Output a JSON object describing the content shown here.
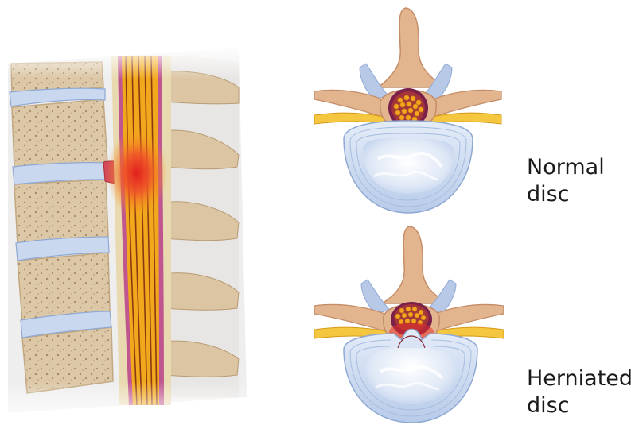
{
  "labels": {
    "normal": {
      "line1": "Normal",
      "line2": "disc"
    },
    "herniated": {
      "line1": "Herniated",
      "line2": "disc"
    }
  },
  "colors": {
    "bone": "#d9c4a3",
    "bone_shadow": "#b89c76",
    "bone_pore": "#9c8262",
    "disc": "#c9d8ef",
    "disc_ring": "#8fa9d4",
    "nerve": "#f2a81c",
    "nerve_dark": "#8a3a12",
    "inflammation": "#e8312a",
    "spinous_process": "#e3b58f",
    "spinous_shadow": "#c48d68"
  },
  "icons": {
    "lumbar_spine": "lumbar-spine-sagittal-illustration",
    "normal_vertebra": "vertebra-axial-normal-illustration",
    "herniated_vertebra": "vertebra-axial-herniated-illustration"
  }
}
